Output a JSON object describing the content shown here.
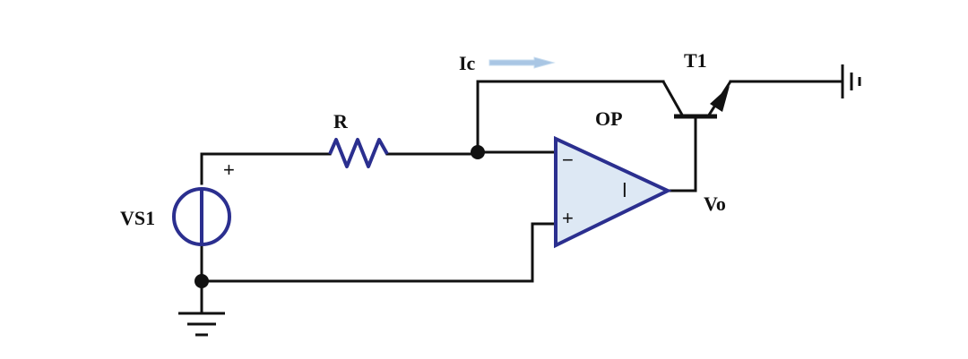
{
  "labels": {
    "current": "Ic",
    "transistor": "T1",
    "resistor": "R",
    "opamp": "OP",
    "source": "VS1",
    "output": "Vo"
  },
  "source_polarity": {
    "plus": "+"
  },
  "opamp_inputs": {
    "inverting": "−",
    "noninverting": "+"
  },
  "opamp_inner_mark": "ǀ",
  "colors": {
    "wire": "#111111",
    "component_outline": "#2b2f8f",
    "opamp_fill": "#dde8f4",
    "current_arrow": "#a9c6e4"
  }
}
